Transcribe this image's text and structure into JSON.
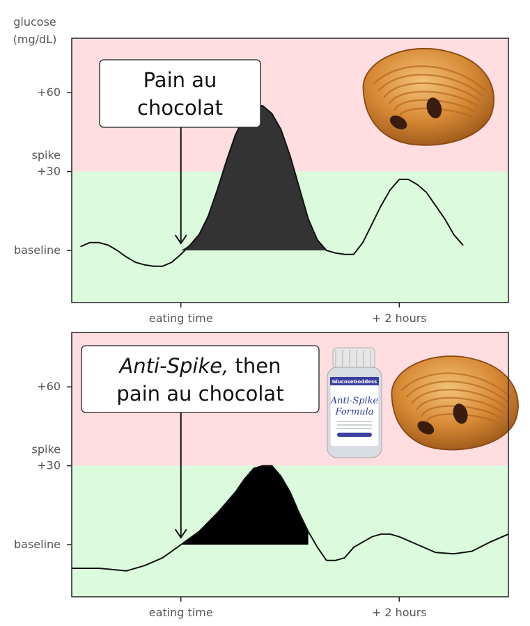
{
  "chart_data": [
    {
      "type": "area",
      "title": "",
      "ylabel": "glucose\n(mg/dL)",
      "xlabel": "",
      "y_ticks": [
        {
          "value": 0,
          "label": "baseline"
        },
        {
          "value": 30,
          "label": "spike\n+30"
        },
        {
          "value": 60,
          "label": "+60"
        }
      ],
      "x_ticks": [
        {
          "value": 0,
          "label": "eating time"
        },
        {
          "value": 120,
          "label": "+ 2 hours"
        }
      ],
      "xlim": [
        -60,
        180
      ],
      "ylim": [
        -20,
        80
      ],
      "zones": {
        "safe_color": "#dcfadc",
        "spike_color": "#ffdde0",
        "threshold": 30
      },
      "callout": {
        "lines": [
          [
            {
              "text": "Pain au",
              "italic": false
            }
          ],
          [
            {
              "text": "chocolat",
              "italic": false
            }
          ]
        ],
        "x": 0
      },
      "food_icons": [
        "pain-au-chocolat-icon"
      ],
      "fill_color": "#333333",
      "fill_range": [
        0,
        90
      ],
      "series": [
        {
          "x": [
            -55,
            -50,
            -45,
            -40,
            -35,
            -30,
            -25,
            -20,
            -15,
            -10,
            -5,
            0,
            5,
            10,
            15,
            20,
            25,
            30,
            35,
            40,
            45,
            50,
            55,
            60,
            65,
            70,
            75,
            80,
            85,
            90,
            95,
            100,
            105,
            110,
            115,
            120,
            125,
            130,
            135,
            140,
            145,
            150,
            155
          ],
          "y": [
            1.5,
            3,
            3,
            2,
            0,
            -2.5,
            -4.5,
            -5.5,
            -6,
            -6,
            -4.5,
            -1.5,
            2,
            6,
            13,
            23,
            34,
            44,
            51,
            55,
            55,
            52,
            46,
            36,
            24,
            12,
            4,
            0,
            -1,
            -1.5,
            -1.5,
            3,
            10,
            17,
            23,
            27,
            27,
            25,
            22,
            17,
            12,
            6,
            2
          ]
        }
      ]
    },
    {
      "type": "area",
      "title": "",
      "ylabel": "",
      "xlabel": "",
      "y_ticks": [
        {
          "value": 0,
          "label": "baseline"
        },
        {
          "value": 30,
          "label": "spike\n+30"
        },
        {
          "value": 60,
          "label": "+60"
        }
      ],
      "x_ticks": [
        {
          "value": 0,
          "label": "eating time"
        },
        {
          "value": 120,
          "label": "+ 2 hours"
        }
      ],
      "xlim": [
        -60,
        180
      ],
      "ylim": [
        -20,
        80
      ],
      "zones": {
        "safe_color": "#dcfadc",
        "spike_color": "#ffdde0",
        "threshold": 30
      },
      "callout": {
        "lines": [
          [
            {
              "text": "Anti-Spike,",
              "italic": true
            },
            {
              "text": " then",
              "italic": false
            }
          ],
          [
            {
              "text": "pain au chocolat",
              "italic": false
            }
          ]
        ],
        "x": 0
      },
      "food_icons": [
        "anti-spike-bottle-icon",
        "pain-au-chocolat-icon"
      ],
      "bottle": {
        "brand": "GlucoseGoddess",
        "name_line1": "Anti-Spike",
        "name_line2": "Formula"
      },
      "fill_color": "#000000",
      "fill_range": [
        0,
        70
      ],
      "series": [
        {
          "x": [
            -60,
            -45,
            -30,
            -20,
            -10,
            0,
            10,
            20,
            25,
            30,
            35,
            40,
            45,
            50,
            55,
            60,
            65,
            70,
            75,
            80,
            85,
            90,
            95,
            100,
            105,
            110,
            115,
            120,
            130,
            140,
            150,
            160,
            170,
            180
          ],
          "y": [
            -9,
            -9,
            -10,
            -8,
            -5,
            0,
            5,
            12,
            16,
            20,
            25,
            29,
            30,
            30,
            26,
            20,
            12,
            5,
            -1,
            -6,
            -6,
            -5,
            -1,
            1,
            3,
            4,
            4,
            3,
            0,
            -3,
            -3.5,
            -2.5,
            1,
            4
          ]
        }
      ]
    }
  ]
}
